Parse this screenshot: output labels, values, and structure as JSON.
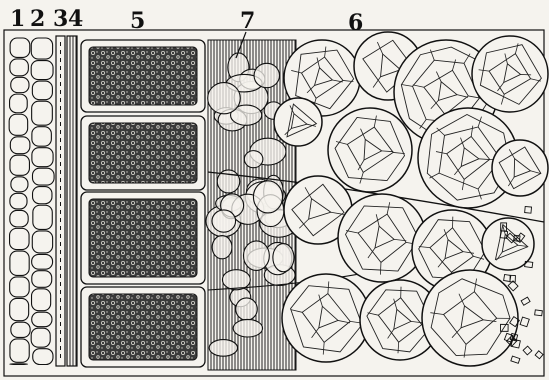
{
  "labels": {
    "l1": "1",
    "l2": "2",
    "l3": "3",
    "l4": "4",
    "l5": "5",
    "l6": "6",
    "l7": "7"
  },
  "colors": {
    "background": "#f5f3ee",
    "ink": "#111111",
    "hatch": "#2a2a2a"
  }
}
